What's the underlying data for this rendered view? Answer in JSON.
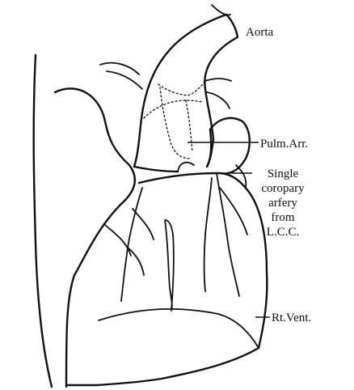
{
  "labels": {
    "aorta": "Aorta",
    "pulm_art": "Pulm.Arr.",
    "coronary_lines": [
      "Single",
      "coropary",
      "arfery",
      "from",
      "L.C.C."
    ],
    "rt_vent": "Rt.Vent."
  },
  "colors": {
    "ink": "#111111",
    "background": "#ffffff"
  }
}
